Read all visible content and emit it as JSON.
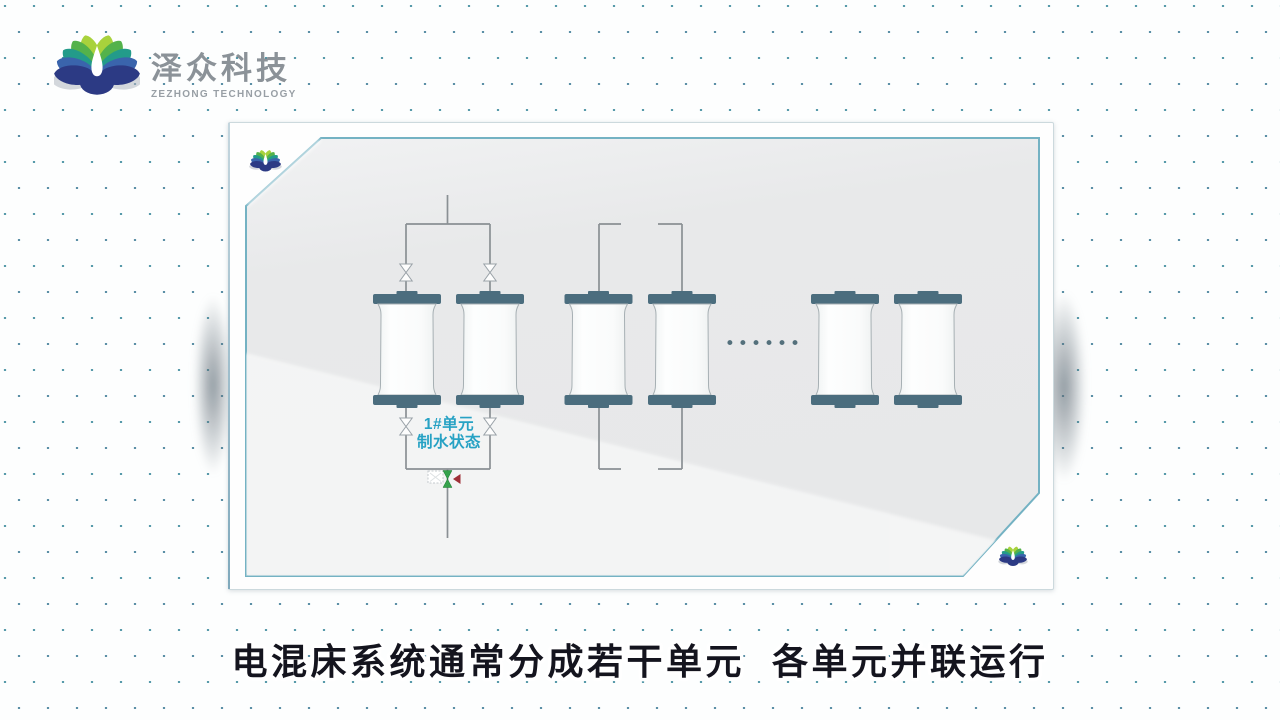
{
  "brand": {
    "name": "泽众科技",
    "tagline": "ZEZHONG TECHNOLOGY"
  },
  "diagram": {
    "unit_label": {
      "line1": "1#单元",
      "line2": "制水状态"
    },
    "ellipsis": "••••••"
  },
  "caption": {
    "text": "电混床系统通常分成若干单元  各单元并联运行"
  },
  "colors": {
    "accent_teal_border": "#74b2c3",
    "vessel_cap": "#4b6d7e",
    "pipe_gray": "#8a9094",
    "unit_label_blue": "#27a2c4",
    "dot_grid": "#1f788e",
    "caption_text": "#14141e",
    "valve_green": "#2f9e45",
    "arrow_red": "#9f3038"
  }
}
